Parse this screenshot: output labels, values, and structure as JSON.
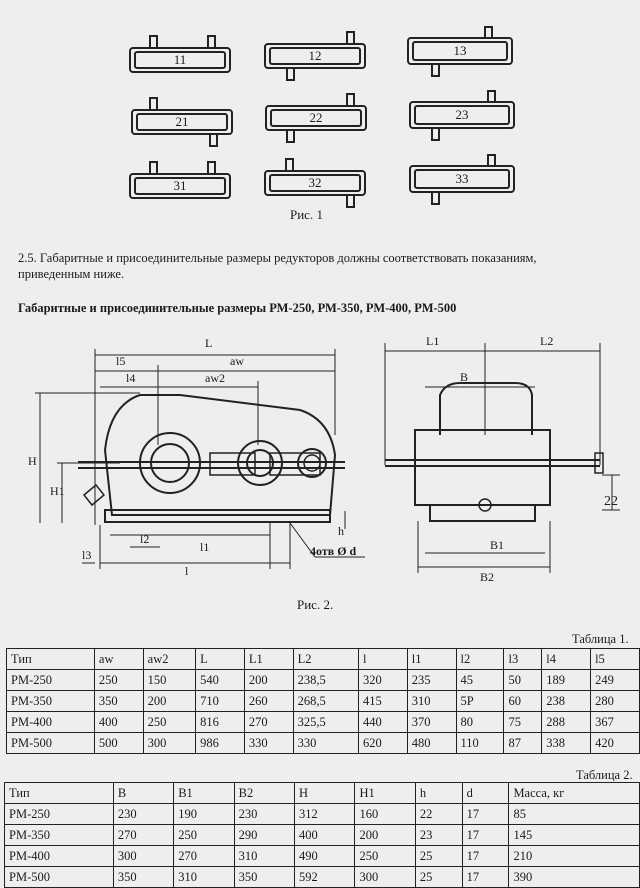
{
  "figure1": {
    "boxes": [
      "11",
      "12",
      "13",
      "21",
      "22",
      "23",
      "31",
      "32",
      "33"
    ],
    "caption": "Рис. 1"
  },
  "section": {
    "paragraph_line1": "2.5. Габаритные и присоединительные размеры редукторов должны соответствовать показаниям,",
    "paragraph_line2": "приведенным ниже.",
    "heading": "Габаритные и присоединительные размеры РМ-250, РМ-350, РМ-400, РМ-500"
  },
  "figure2": {
    "caption": "Рис. 2.",
    "labels": {
      "L": "L",
      "l5": "l5",
      "aw": "aw",
      "l4": "l4",
      "aw2": "aw2",
      "H": "H",
      "H1": "H1",
      "l2": "l2",
      "l1": "l1",
      "l3": "l3",
      "l": "l",
      "h": "h",
      "holes": "4отв Ø d",
      "L1": "L1",
      "L2": "L2",
      "B": "B",
      "B1": "B1",
      "B2": "B2",
      "n22": "22"
    }
  },
  "table1": {
    "caption": "Таблица 1.",
    "headers": [
      "Тип",
      "aw",
      "aw2",
      "L",
      "L1",
      "L2",
      "l",
      "l1",
      "l2",
      "l3",
      "l4",
      "l5"
    ],
    "rows": [
      [
        "РМ-250",
        "250",
        "150",
        "540",
        "200",
        "238,5",
        "320",
        "235",
        "45",
        "50",
        "189",
        "249"
      ],
      [
        "РМ-350",
        "350",
        "200",
        "710",
        "260",
        "268,5",
        "415",
        "310",
        "5Р",
        "60",
        "238",
        "280"
      ],
      [
        "РМ-400",
        "400",
        "250",
        "816",
        "270",
        "325,5",
        "440",
        "370",
        "80",
        "75",
        "288",
        "367"
      ],
      [
        "РМ-500",
        "500",
        "300",
        "986",
        "330",
        "330",
        "620",
        "480",
        "110",
        "87",
        "338",
        "420"
      ]
    ]
  },
  "table2": {
    "caption": "Таблица 2.",
    "headers": [
      "Тип",
      "B",
      "B1",
      "B2",
      "H",
      "H1",
      "h",
      "d",
      "Масса, кг"
    ],
    "rows": [
      [
        "РМ-250",
        "230",
        "190",
        "230",
        "312",
        "160",
        "22",
        "17",
        "85"
      ],
      [
        "РМ-350",
        "270",
        "250",
        "290",
        "400",
        "200",
        "23",
        "17",
        "145"
      ],
      [
        "РМ-400",
        "300",
        "270",
        "310",
        "490",
        "250",
        "25",
        "17",
        "210"
      ],
      [
        "РМ-500",
        "350",
        "310",
        "350",
        "592",
        "300",
        "25",
        "17",
        "390"
      ]
    ]
  }
}
